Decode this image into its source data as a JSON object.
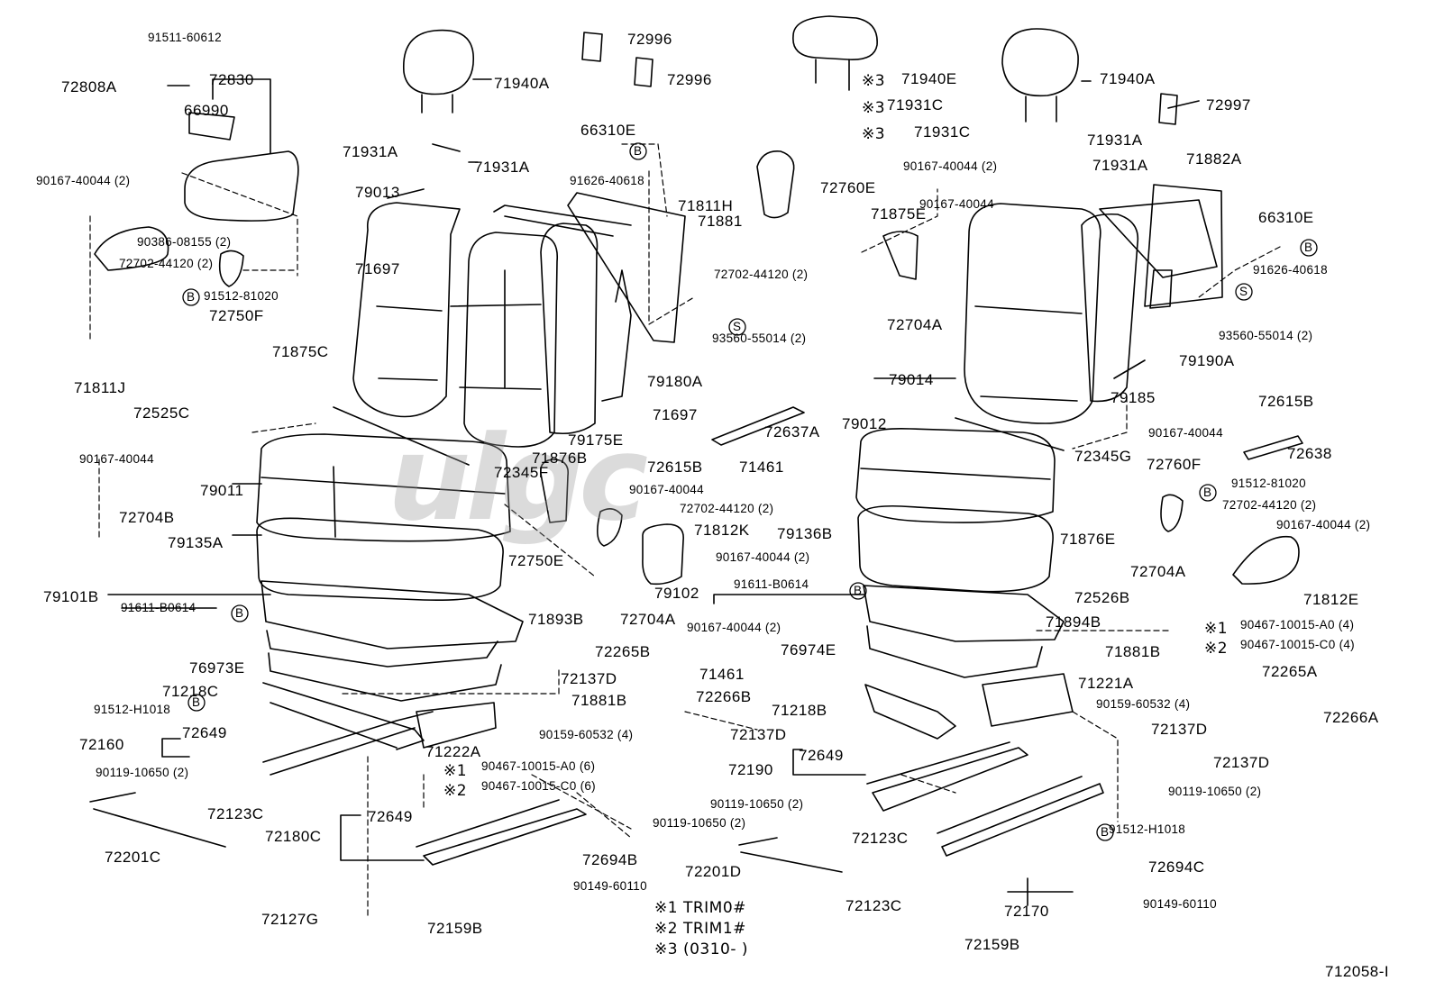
{
  "diagram": {
    "drawing_number": "712058-I",
    "watermark": "ulgc",
    "colors": {
      "ink": "#000000",
      "paper": "#ffffff",
      "watermark": "#9a9a9a"
    },
    "labels": [
      "91511-60612",
      "72808A",
      "72830",
      "66990",
      "90167-40044 (2)",
      "90386-08155 (2)",
      "72702-44120 (2)",
      "91512-81020",
      "72750F",
      "71811J",
      "72525C",
      "71875C",
      "90167-40044",
      "72704B",
      "79011",
      "79135A",
      "79101B",
      "91611-B0614",
      "76973E",
      "71218C",
      "91512-H1018",
      "72649",
      "72160",
      "90119-10650 (2)",
      "72123C",
      "72201C",
      "72180C",
      "72127G",
      "72159B",
      "71940A",
      "71931A",
      "71931A",
      "79013",
      "71697",
      "72996",
      "72996",
      "66310E",
      "91626-40618",
      "71881",
      "93560-55014 (2)",
      "79180A",
      "79175E",
      "71697",
      "72345F",
      "71876B",
      "72615B",
      "90167-40044",
      "72702-44120 (2)",
      "72750E",
      "71812K",
      "90167-40044 (2)",
      "72704A",
      "71893B",
      "72265B",
      "72137D",
      "71881B",
      "72266B",
      "71222A",
      "90159-60532 (4)",
      "90467-10015-A0 (6)",
      "90467-10015-C0 (6)",
      "72137D",
      "72649",
      "72694B",
      "90119-10650 (2)",
      "90149-60110",
      "72201D",
      "71940E",
      "71931C",
      "71931C",
      "71811H",
      "90167-40044 (2)",
      "72760E",
      "72702-44120 (2)",
      "71875E",
      "90167-40044",
      "72704A",
      "72637A",
      "71461",
      "79102",
      "91611-B0614",
      "90167-40044 (2)",
      "71461",
      "72190",
      "90119-10650 (2)",
      "72123C",
      "72123C",
      "79014",
      "79012",
      "79136B",
      "71894B",
      "76974E",
      "71218B",
      "71221A",
      "72649",
      "71940A",
      "72997",
      "71931A",
      "71931A",
      "71882A",
      "66310E",
      "91626-40618",
      "93560-55014 (2)",
      "79190A",
      "79185",
      "90167-40044",
      "72345G",
      "72615B",
      "72638",
      "72760F",
      "91512-81020",
      "72702-44120 (2)",
      "90167-40044 (2)",
      "71876E",
      "72704A",
      "71812E",
      "72526B",
      "90467-10015-A0 (4)",
      "90467-10015-C0 (4)",
      "71881B",
      "72265A",
      "72266A",
      "90159-60532 (4)",
      "72137D",
      "72137D",
      "90119-10650 (2)",
      "91512-H1018",
      "72694C",
      "90149-60110",
      "72170",
      "72159B"
    ],
    "marks": [
      "※1",
      "※2",
      "※3",
      "B",
      "S"
    ],
    "legend": [
      {
        "mark": "※1",
        "text": "TRIM0#"
      },
      {
        "mark": "※2",
        "text": "TRIM1#"
      },
      {
        "mark": "※3",
        "text": "(0310-        )"
      }
    ]
  }
}
